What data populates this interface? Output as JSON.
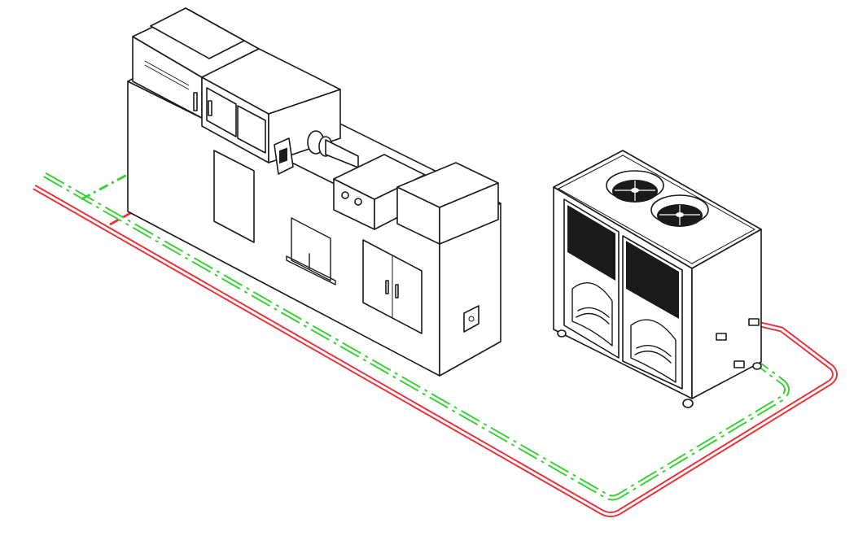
{
  "diagram": {
    "kind": "equipment-piping-illustration",
    "components": [
      {
        "id": "injection-machine",
        "label": ""
      },
      {
        "id": "air-cooled-chiller",
        "label": ""
      }
    ],
    "pipes": [
      {
        "id": "supply-pipe",
        "style": "solid",
        "color": "#e8343c"
      },
      {
        "id": "return-pipe",
        "style": "dash-dot",
        "color": "#3ccf3a"
      }
    ],
    "colors": {
      "line": "#1a1a1a",
      "background": "#ffffff",
      "red_pipe": "#e8343c",
      "green_pipe": "#3ccf3a"
    },
    "icons": [
      "fan-icon",
      "valve-icon",
      "socket-icon",
      "door-handle-icon"
    ]
  }
}
